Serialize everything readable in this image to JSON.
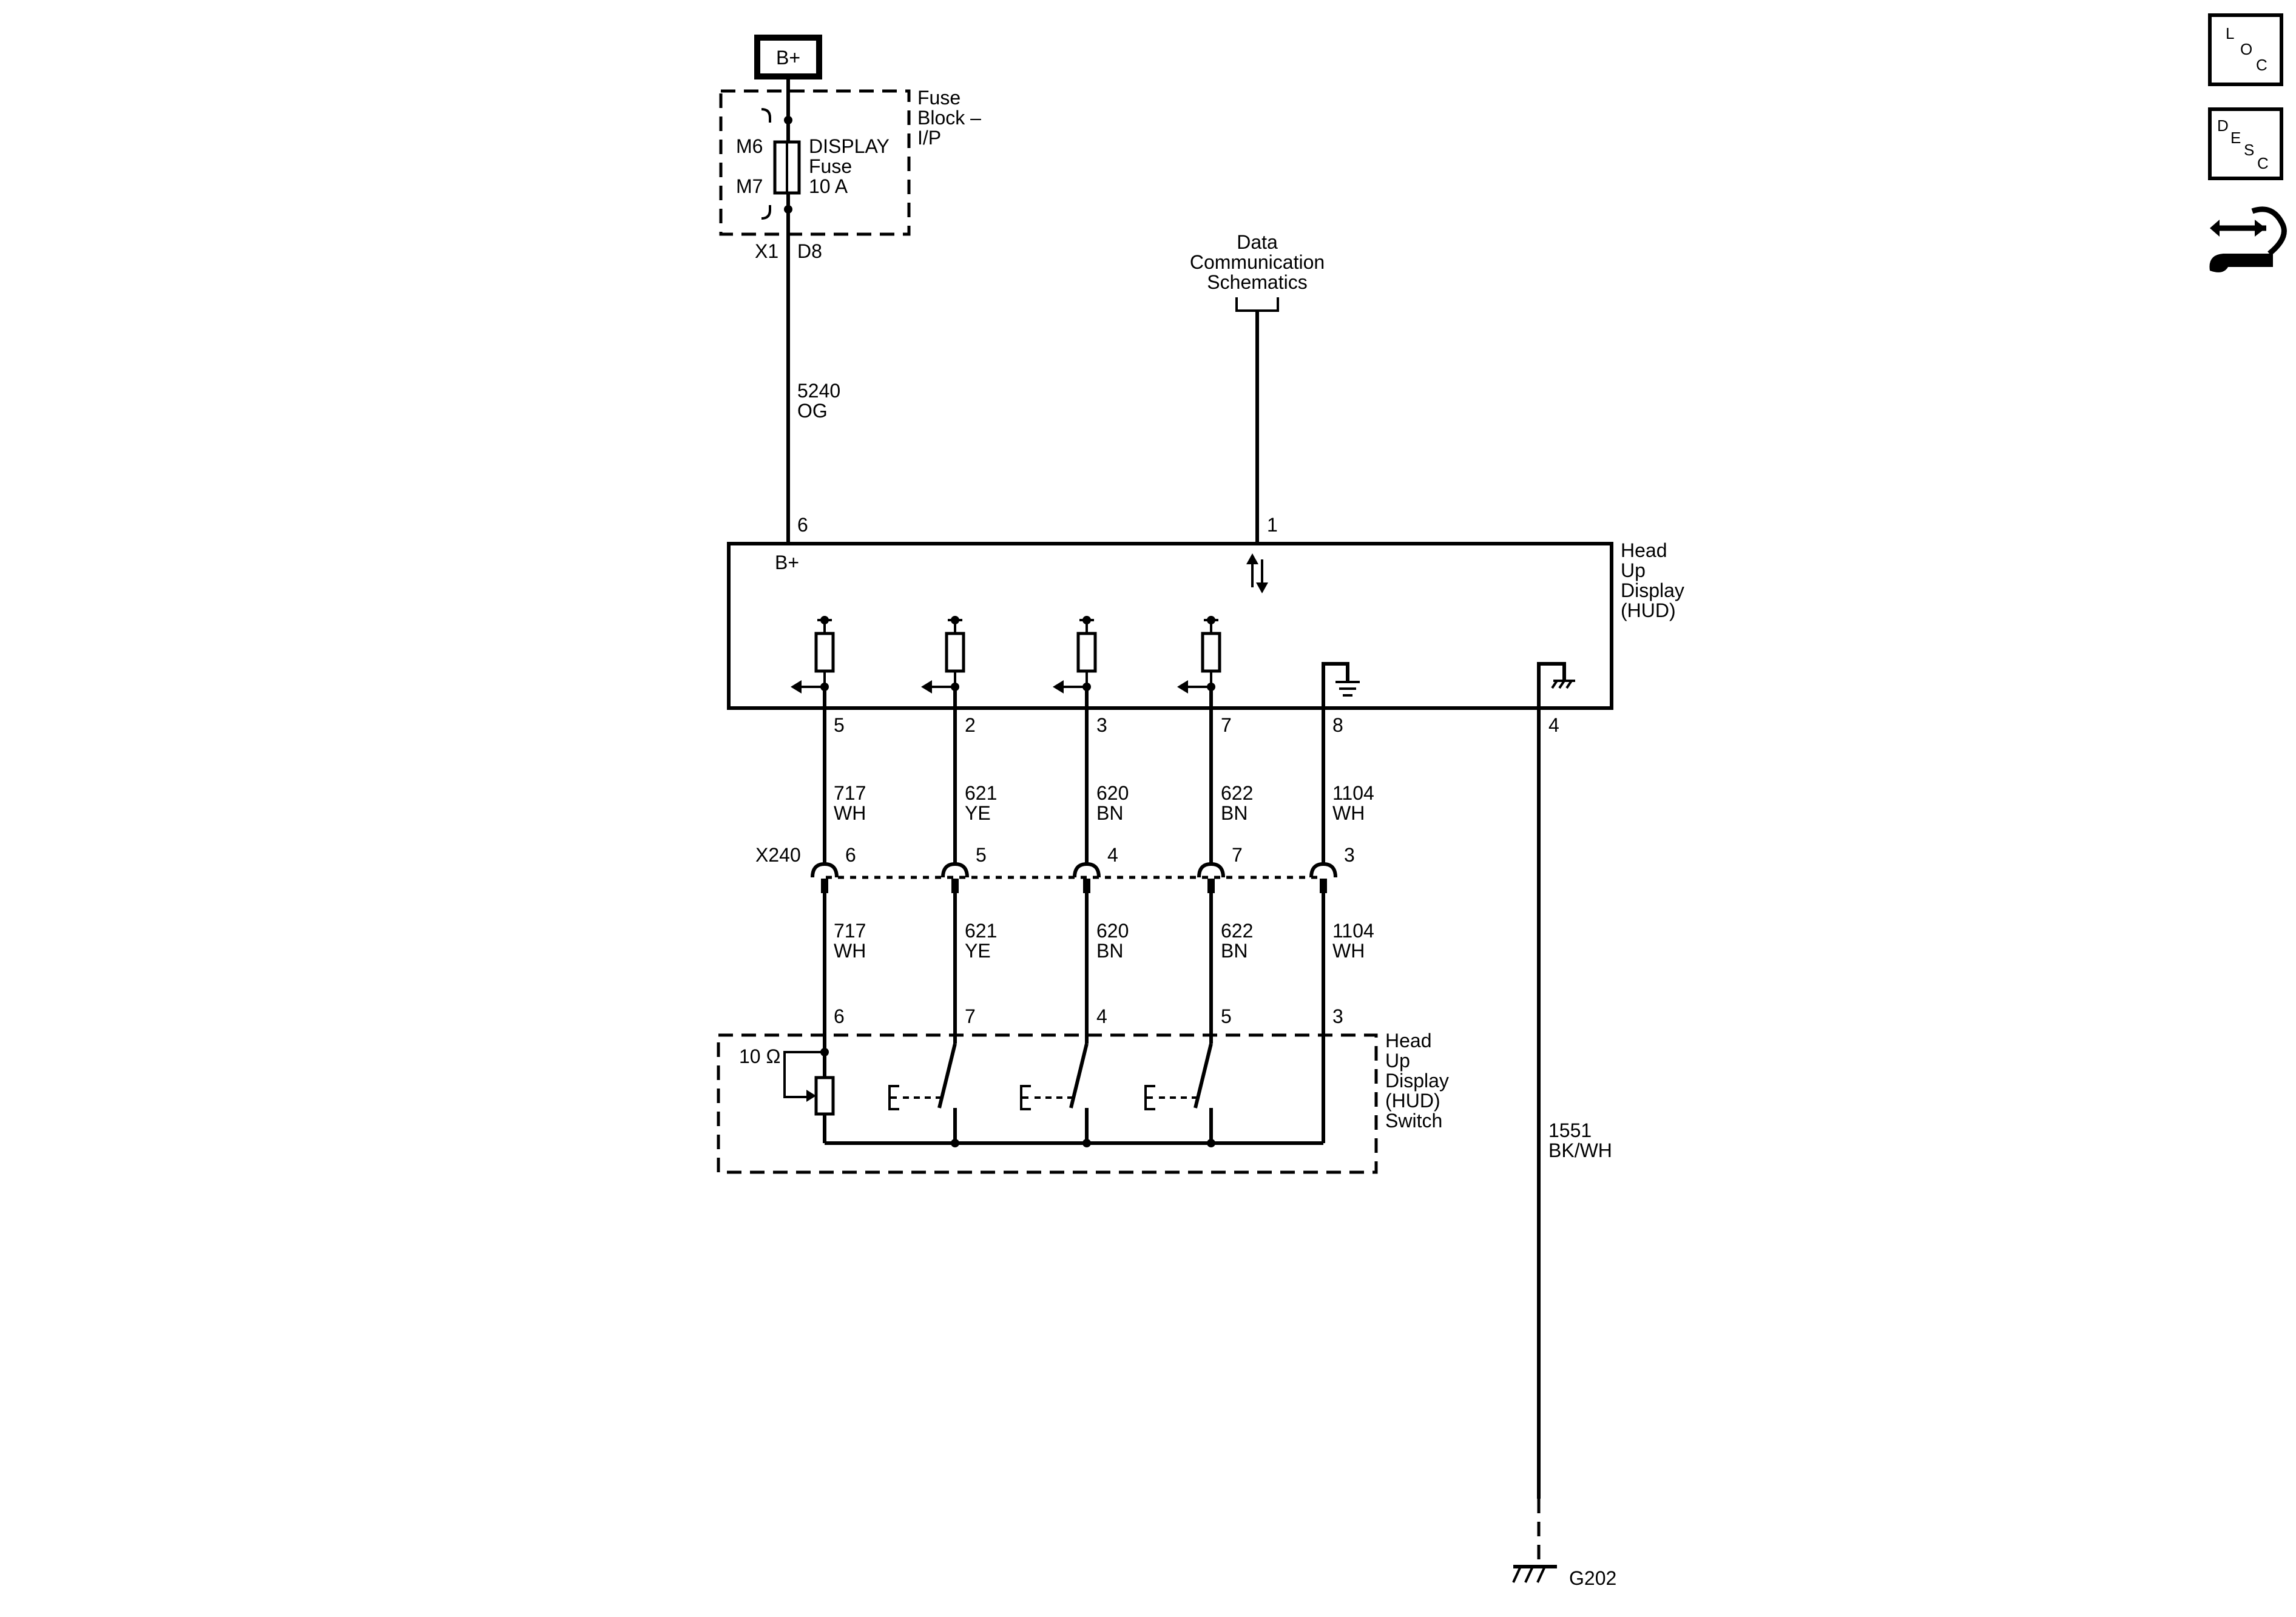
{
  "power": {
    "source": "B+"
  },
  "fuse_block": {
    "title_l1": "Fuse",
    "title_l2": "Block –",
    "title_l3": "I/P",
    "pin_top": "M6",
    "pin_bottom": "M7",
    "fuse_l1": "DISPLAY",
    "fuse_l2": "Fuse",
    "fuse_l3": "10 A",
    "connector": "X1",
    "cavity": "D8"
  },
  "feed_wire": {
    "circuit": "5240",
    "color": "OG"
  },
  "data_comm": {
    "l1": "Data",
    "l2": "Communication",
    "l3": "Schematics"
  },
  "hud": {
    "title_l1": "Head",
    "title_l2": "Up",
    "title_l3": "Display",
    "title_l4": "(HUD)",
    "bplus_label": "B+",
    "pin_bplus": "6",
    "pin_data": "1",
    "pins_bottom": [
      "5",
      "2",
      "3",
      "7",
      "8",
      "4"
    ]
  },
  "wires_upper": [
    {
      "circuit": "717",
      "color": "WH"
    },
    {
      "circuit": "621",
      "color": "YE"
    },
    {
      "circuit": "620",
      "color": "BN"
    },
    {
      "circuit": "622",
      "color": "BN"
    },
    {
      "circuit": "1104",
      "color": "WH"
    }
  ],
  "connector_x240": {
    "name": "X240",
    "pins": [
      "6",
      "5",
      "4",
      "7",
      "3"
    ]
  },
  "wires_lower": [
    {
      "circuit": "717",
      "color": "WH"
    },
    {
      "circuit": "621",
      "color": "YE"
    },
    {
      "circuit": "620",
      "color": "BN"
    },
    {
      "circuit": "622",
      "color": "BN"
    },
    {
      "circuit": "1104",
      "color": "WH"
    }
  ],
  "hud_switch": {
    "pins": [
      "6",
      "7",
      "4",
      "5",
      "3"
    ],
    "resistor": "10 Ω",
    "title_l1": "Head",
    "title_l2": "Up",
    "title_l3": "Display",
    "title_l4": "(HUD)",
    "title_l5": "Switch"
  },
  "ground_wire": {
    "circuit": "1551",
    "color": "BK/WH"
  },
  "ground": {
    "name": "G202"
  },
  "side_icons": {
    "loc": [
      "L",
      "O",
      "C"
    ],
    "desc": [
      "D",
      "E",
      "S",
      "C"
    ],
    "icon3": "connector-repair-icon"
  }
}
